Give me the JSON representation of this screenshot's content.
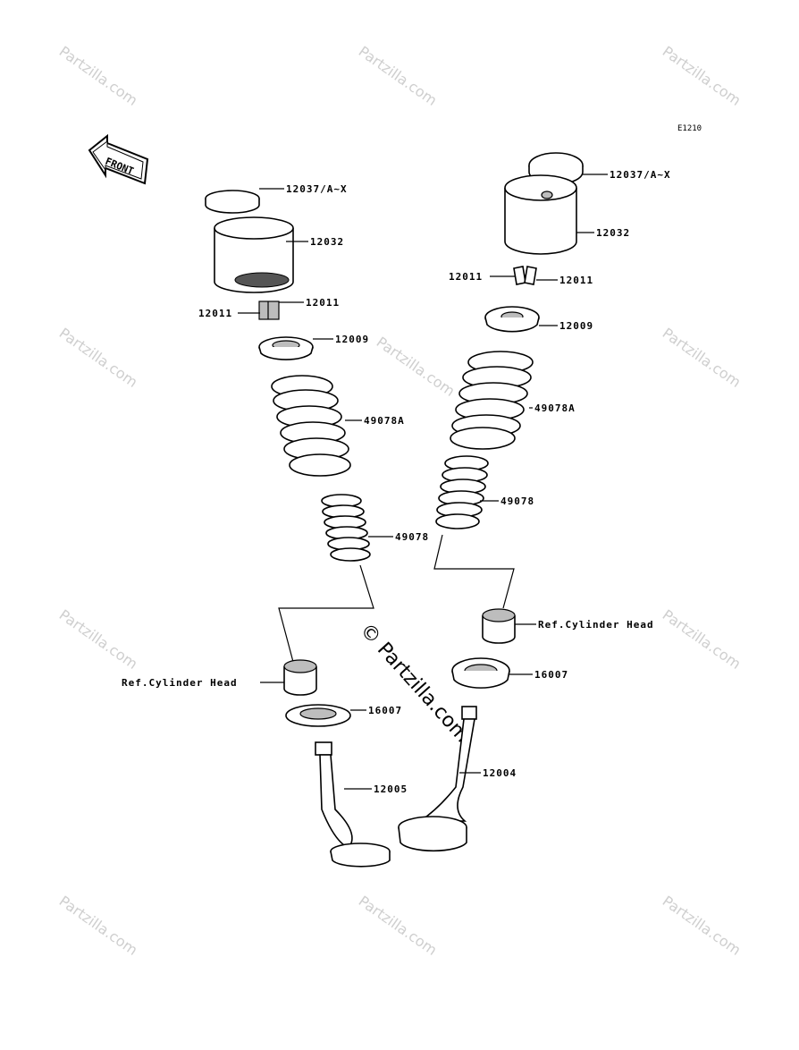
{
  "diagram": {
    "code": "E1210",
    "front_label": "FRONT",
    "watermark_text": "Partzilla.com",
    "watermark_main": "Partzilla.com",
    "copyright_symbol": "©"
  },
  "labels": {
    "left": {
      "shim": "12037/A~X",
      "lifter": "12032",
      "keeper_a": "12011",
      "keeper_b": "12011",
      "retainer": "12009",
      "outer_spring": "49078A",
      "inner_spring": "49078",
      "ref_head": "Ref.Cylinder Head",
      "seal": "16007",
      "valve": "12005"
    },
    "right": {
      "shim": "12037/A~X",
      "lifter": "12032",
      "keeper_a": "12011",
      "keeper_b": "12011",
      "retainer": "12009",
      "outer_spring": "49078A",
      "inner_spring": "49078",
      "ref_head": "Ref.Cylinder Head",
      "seal": "16007",
      "valve": "12004"
    }
  }
}
